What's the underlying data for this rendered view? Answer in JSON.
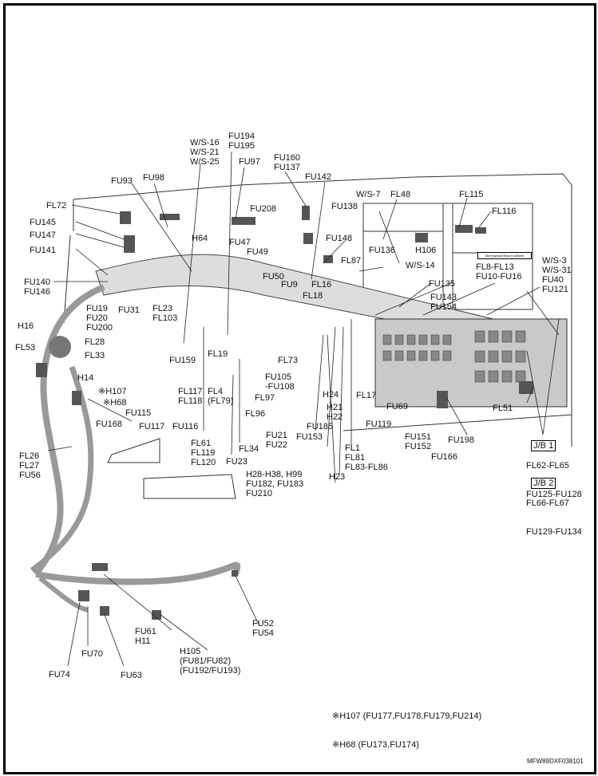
{
  "diagram": {
    "doc_code": "MFW89DXF038101",
    "inset_caption": "Монтажный блок в кабине",
    "notes": [
      "※H107 (FU177,FU178,FU179,FU214)",
      "※H68 (FU173,FU174)"
    ],
    "labels": {
      "fl72": [
        "FL72"
      ],
      "fu145": [
        "FU145"
      ],
      "fu147": [
        "FU147"
      ],
      "fu141": [
        "FU141"
      ],
      "fu140": [
        "FU140",
        "FU146"
      ],
      "fu93": [
        "FU93"
      ],
      "fu98": [
        "FU98"
      ],
      "ws16": [
        "W/S-16",
        "W/S-21",
        "W/S-25"
      ],
      "fu194": [
        "FU194",
        "FU195"
      ],
      "fu97": [
        "FU97"
      ],
      "fu160": [
        "FU160",
        "FU137"
      ],
      "fu142": [
        "FU142"
      ],
      "fu208": [
        "FU208"
      ],
      "h64": [
        "H64"
      ],
      "fu47": [
        "FU47"
      ],
      "fu49": [
        "FU49"
      ],
      "fu50": [
        "FU50"
      ],
      "fu9": [
        "FU9"
      ],
      "fl16": [
        "FL16"
      ],
      "fl18": [
        "FL18"
      ],
      "fu148": [
        "FU148"
      ],
      "fl87": [
        "FL87"
      ],
      "fu138": [
        "FU138"
      ],
      "ws7": [
        "W/S-7"
      ],
      "fl48": [
        "FL48"
      ],
      "fl115": [
        "FL115"
      ],
      "fl116": [
        "FL116"
      ],
      "fu136": [
        "FU136"
      ],
      "h106": [
        "H106"
      ],
      "ws14": [
        "W/S-14"
      ],
      "fu135": [
        "FU135"
      ],
      "fl8": [
        "FL8-FL13",
        "FU10-FU16"
      ],
      "ws3": [
        "W/S-3",
        "W/S-31",
        "FU40",
        "FU121"
      ],
      "fu143": [
        "FU143",
        "FU154"
      ],
      "fu19": [
        "FU19",
        "FU20",
        "FU200"
      ],
      "fu31": [
        "FU31"
      ],
      "fl23": [
        "FL23",
        "FL103"
      ],
      "h16": [
        "H16"
      ],
      "fl28": [
        "FL28"
      ],
      "fl33": [
        "FL33"
      ],
      "fl53": [
        "FL53"
      ],
      "h14": [
        "H14"
      ],
      "fu159": [
        "FU159"
      ],
      "h107": [
        "※H107"
      ],
      "h68": [
        "※H68"
      ],
      "fu115": [
        "FU115"
      ],
      "fu117": [
        "FU117"
      ],
      "fu116": [
        "FU116"
      ],
      "fl117": [
        "FL117",
        "FL118"
      ],
      "fu168": [
        "FU168"
      ],
      "fl26": [
        "FL26",
        "FL27",
        "FU56"
      ],
      "fl19": [
        "FL19"
      ],
      "fl4": [
        "FL4",
        "(FL79)"
      ],
      "fl61": [
        "FL61",
        "FL119",
        "FL120"
      ],
      "fl73": [
        "FL73"
      ],
      "fu105": [
        "FU105",
        "-FU108"
      ],
      "fl97": [
        "FL97"
      ],
      "fl96": [
        "FL96"
      ],
      "fl34": [
        "FL34"
      ],
      "fu23": [
        "FU23"
      ],
      "fu21": [
        "FU21",
        "FU22"
      ],
      "h28": [
        "H28-H38, H99",
        "FU182, FU183",
        "FU210"
      ],
      "fu185": [
        "FU185"
      ],
      "fu153": [
        "FU153"
      ],
      "h24": [
        "H24"
      ],
      "h21": [
        "H21",
        "H22"
      ],
      "h23": [
        "H23"
      ],
      "fl1": [
        "FL1",
        "FL81",
        "FL83-FL86"
      ],
      "fl17": [
        "FL17"
      ],
      "fu69": [
        "FU69"
      ],
      "fu119": [
        "FU119"
      ],
      "fu151": [
        "FU151",
        "FU152"
      ],
      "fu166": [
        "FU166"
      ],
      "fu198": [
        "FU198"
      ],
      "fl51": [
        "FL51"
      ],
      "fu61": [
        "FU61",
        "H11"
      ],
      "fu70": [
        "FU70"
      ],
      "fu74": [
        "FU74"
      ],
      "fu63": [
        "FU63"
      ],
      "h105": [
        "H105",
        "(FU81/FU82)",
        "(FU192/FU193)"
      ],
      "fu52": [
        "FU52",
        "FU54"
      ]
    },
    "junction_blocks": [
      {
        "title": "J/B 1",
        "lines": [
          "FL62-FL65",
          "FU125-FU128"
        ]
      },
      {
        "title": "J/B 2",
        "lines": [
          "FL66-FL67",
          "FU129-FU134"
        ]
      }
    ]
  }
}
